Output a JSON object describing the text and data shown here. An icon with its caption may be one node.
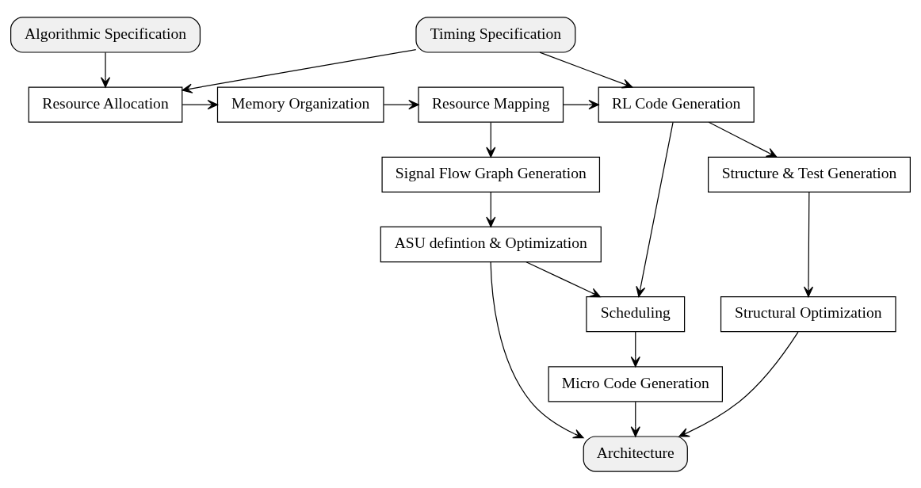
{
  "diagram": {
    "nodes": [
      {
        "text": [
          "Algorithmic Specification"
        ]
      },
      {
        "text": [
          "Timing Specification"
        ]
      },
      {
        "text": [
          "Resource Allocation"
        ]
      },
      {
        "text": [
          "Memory Organization"
        ]
      },
      {
        "text": [
          "Resource Mapping"
        ]
      },
      {
        "text": [
          "RL Code Generation"
        ]
      },
      {
        "text": [
          "ASU defintion & Optimization"
        ]
      },
      {
        "text": [
          "Signal Flow Graph Generation"
        ]
      },
      {
        "text": [
          "Architecture"
        ]
      },
      {
        "text": [
          "Micro Code Generation"
        ]
      },
      {
        "text": [
          "Scheduling"
        ]
      },
      {
        "text": [
          "Structural Optimization"
        ]
      },
      {
        "text": [
          "Structure & Test Generation"
        ]
      }
    ],
    "edges": [
      {
        "from": 0,
        "to": 2,
        "arrow": "to"
      },
      {
        "from": 1,
        "to": 2,
        "arrow": "to"
      },
      {
        "from": 1,
        "to": 5,
        "arrow": "to"
      },
      {
        "from": 2,
        "to": 3,
        "arrow": "to"
      },
      {
        "from": 3,
        "to": 4,
        "arrow": "to"
      },
      {
        "from": 4,
        "to": 5,
        "arrow": "to"
      },
      {
        "from": 4,
        "to": 7,
        "arrow": "to"
      },
      {
        "from": 7,
        "to": 6,
        "arrow": "to"
      },
      {
        "from": 6,
        "to": 8,
        "arrow": "to"
      },
      {
        "from": 6,
        "to": 10,
        "arrow": "to"
      },
      {
        "from": 10,
        "to": 9,
        "arrow": "to"
      },
      {
        "from": 9,
        "to": 8,
        "arrow": "to"
      },
      {
        "from": 5,
        "to": 10,
        "arrow": "to"
      },
      {
        "from": 5,
        "to": 12,
        "arrow": "to"
      },
      {
        "from": 12,
        "to": 11,
        "arrow": "to"
      },
      {
        "from": 11,
        "to": 8,
        "arrow": "to"
      }
    ]
  }
}
